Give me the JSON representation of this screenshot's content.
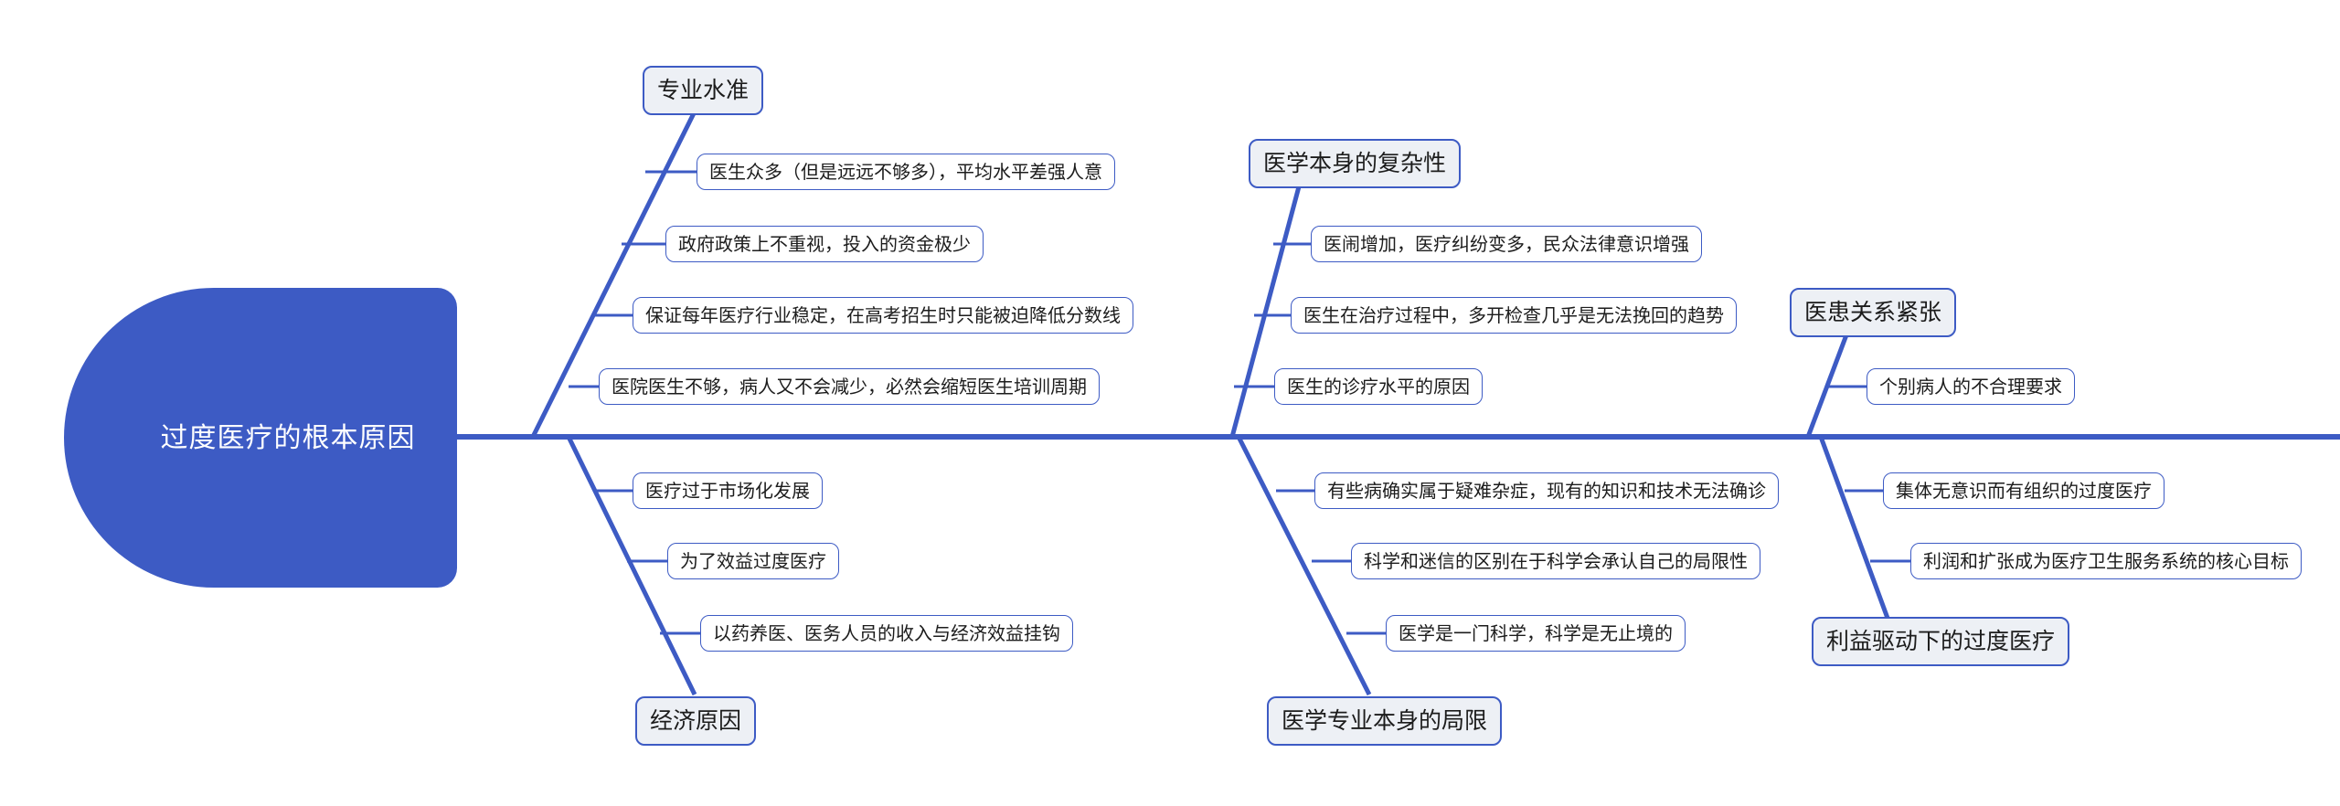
{
  "diagram": {
    "type": "fishbone-ishikawa",
    "title": "过度医疗的根本原因",
    "colors": {
      "head_fill": "#3D5BC4",
      "head_text": "#FFFFFF",
      "bone_stroke": "#3D5BC4",
      "category_fill": "#EDF0F5",
      "leaf_fill": "#FFFFFF",
      "text": "#1C1C1C",
      "background": "#FFFFFF"
    },
    "head": {
      "label": "过度医疗的根本原因"
    },
    "categories": [
      {
        "id": "professional-level",
        "label": "专业水准",
        "position": "upper-left",
        "items": [
          "医生众多（但是远远不够多），平均水平差强人意",
          "政府政策上不重视，投入的资金极少",
          "保证每年医疗行业稳定，在高考招生时只能被迫降低分数线",
          "医院医生不够，病人又不会减少，必然会缩短医生培训周期"
        ]
      },
      {
        "id": "economic-causes",
        "label": "经济原因",
        "position": "lower-left",
        "items": [
          "医疗过于市场化发展",
          "为了效益过度医疗",
          "以药养医、医务人员的收入与经济效益挂钩"
        ]
      },
      {
        "id": "medical-complexity",
        "label": "医学本身的复杂性",
        "position": "upper-middle",
        "items": [
          "医闹增加，医疗纠纷变多，民众法律意识增强",
          "医生在治疗过程中，多开检查几乎是无法挽回的趋势",
          "医生的诊疗水平的原因"
        ]
      },
      {
        "id": "medical-limits",
        "label": "医学专业本身的局限",
        "position": "lower-middle",
        "items": [
          "有些病确实属于疑难杂症，现有的知识和技术无法确诊",
          "科学和迷信的区别在于科学会承认自己的局限性",
          "医学是一门科学，科学是无止境的"
        ]
      },
      {
        "id": "doctor-patient-tension",
        "label": "医患关系紧张",
        "position": "upper-right",
        "items": [
          "个别病人的不合理要求"
        ]
      },
      {
        "id": "profit-driven",
        "label": "利益驱动下的过度医疗",
        "position": "lower-right",
        "items": [
          "集体无意识而有组织的过度医疗",
          "利润和扩张成为医疗卫生服务系统的核心目标"
        ]
      }
    ]
  }
}
